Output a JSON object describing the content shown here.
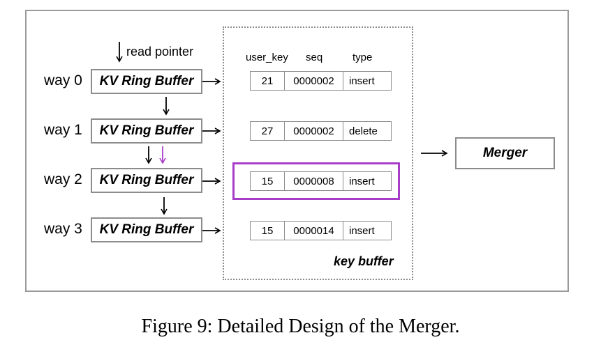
{
  "read_pointer_label": "read pointer",
  "ways": [
    {
      "label": "way 0",
      "buffer": "KV Ring Buffer"
    },
    {
      "label": "way 1",
      "buffer": "KV Ring Buffer"
    },
    {
      "label": "way 2",
      "buffer": "KV Ring Buffer"
    },
    {
      "label": "way 3",
      "buffer": "KV Ring Buffer"
    }
  ],
  "key_buffer": {
    "label": "key buffer",
    "headers": {
      "user_key": "user_key",
      "seq": "seq",
      "type": "type"
    },
    "rows": [
      {
        "user_key": "21",
        "seq": "0000002",
        "type": "insert"
      },
      {
        "user_key": "27",
        "seq": "0000002",
        "type": "delete"
      },
      {
        "user_key": "15",
        "seq": "0000008",
        "type": "insert"
      },
      {
        "user_key": "15",
        "seq": "0000014",
        "type": "insert"
      }
    ],
    "highlighted_row": 2
  },
  "merger_label": "Merger",
  "caption": "Figure 9: Detailed Design of the Merger.",
  "colors": {
    "border": "#8c8c8c",
    "highlight": "#a73ec8",
    "frame": "#9a9a9a"
  }
}
